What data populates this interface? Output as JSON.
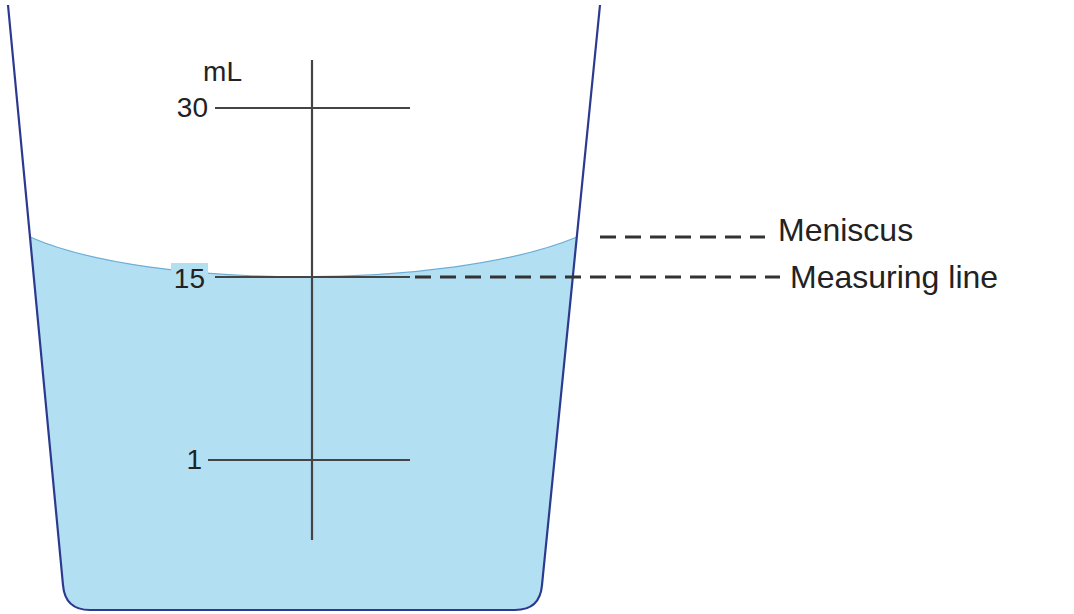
{
  "diagram": {
    "labels": [
      "mL",
      "30",
      "15",
      "1",
      "Meniscus",
      "Measuring line"
    ]
  }
}
